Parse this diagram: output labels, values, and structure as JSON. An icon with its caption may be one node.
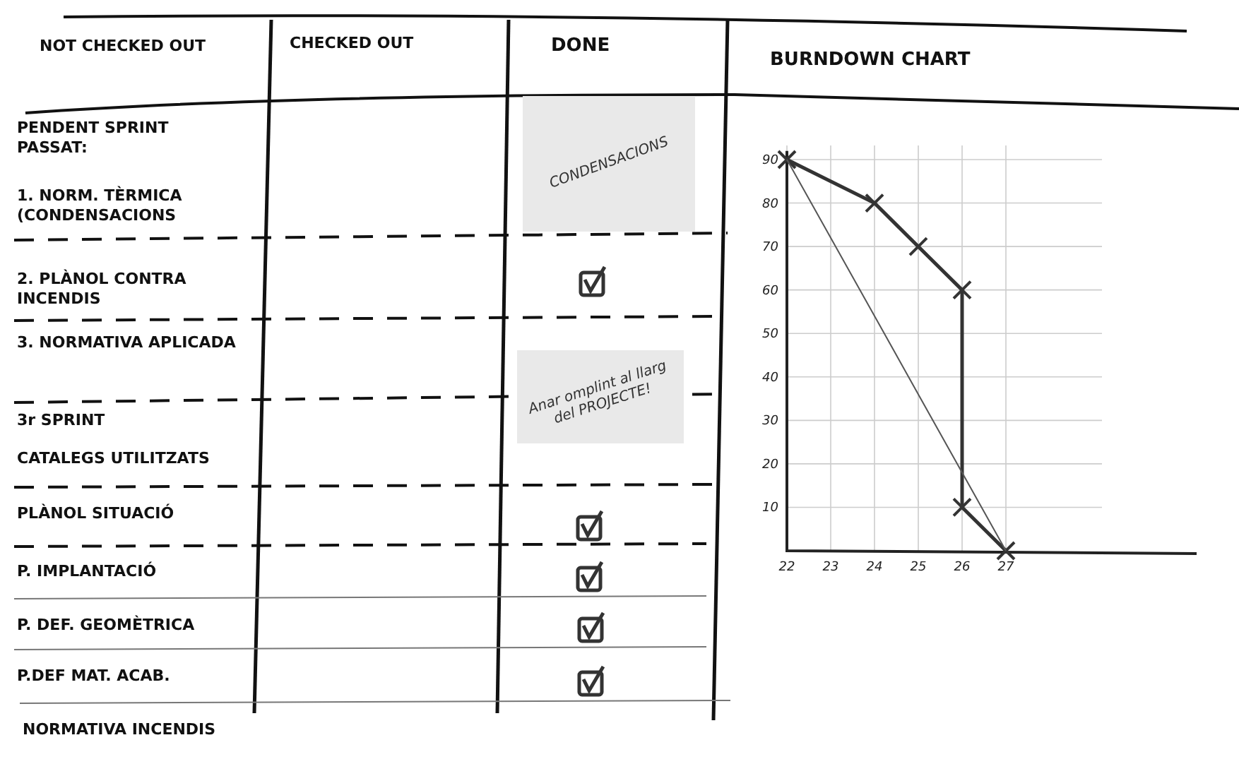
{
  "diagram": {
    "nodes": [
      {
        "text": [
          "CONDENSACIONS"
        ]
      },
      {
        "text": [
          "Anar omplint al llarg del PROJECTE!"
        ]
      }
    ],
    "labels": [
      "NOT CHECKED OUT",
      "CHECKED OUT",
      "DONE",
      "BURNDOWN CHART",
      "PENDENT SPRINT PASSAT:",
      "1. NORM. TÈRMICA (CONDENSACIONS",
      "2. PLÀNOL CONTRA INCENDIS",
      "3. NORMATIVA APLICADA",
      "3r SPRINT",
      "CATALEGS UTILITZATS",
      "PLÀNOL SITUACIÓ",
      "P. IMPLANTACIÓ",
      "P. DEF. GEOMÈTRICA",
      "P.DEF MAT. ACAB.",
      "NORMATIVA INCENDIS"
    ],
    "chart_data": {
      "type": "line",
      "x": [
        22,
        24,
        25,
        26,
        26,
        27
      ],
      "series": [
        {
          "color": "#333333",
          "values": [
            90,
            80,
            70,
            60,
            10,
            0
          ],
          "marker": "x"
        },
        {
          "color": "#555555",
          "values": [
            90,
            54,
            36,
            18,
            18,
            0
          ]
        }
      ],
      "xticks": [
        22,
        23,
        24,
        25,
        26,
        27
      ],
      "yticks": [
        10,
        20,
        30,
        40,
        50,
        60,
        70,
        80,
        90
      ],
      "xlim": [
        22,
        27
      ],
      "ylim": [
        0,
        92
      ],
      "grid": true
    }
  }
}
